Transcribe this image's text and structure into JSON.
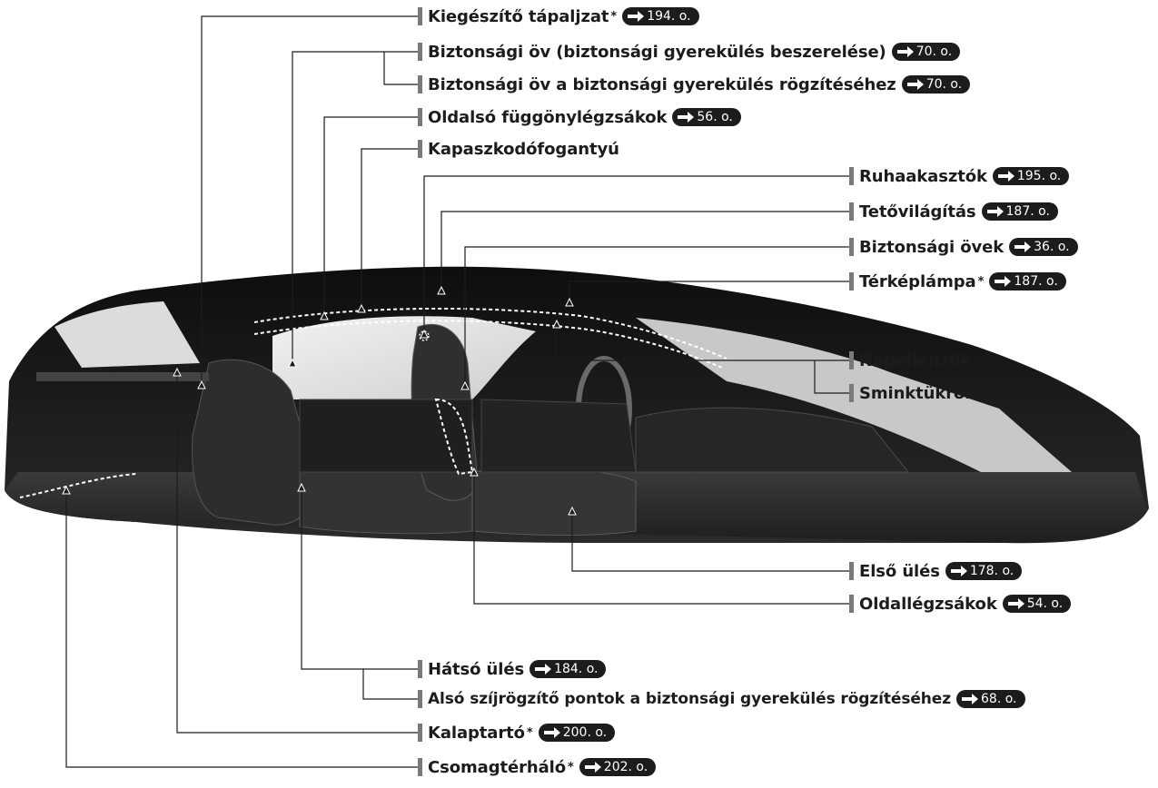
{
  "image": {
    "description_name": "car-interior-cutaway",
    "colors": {
      "background": "#ffffff",
      "text": "#1c1c1c",
      "leader": "#1c1c1c",
      "tab": "#1c1c1c",
      "bar": "#7a7a7a"
    }
  },
  "callouts": [
    {
      "id": "kiegeszito-tapaljzat",
      "label": "Kiegészítő tápaljzat",
      "star": "*",
      "page": "194. o."
    },
    {
      "id": "biztonsagi-ov-beszereles",
      "label": "Biztonsági öv (biztonsági gyerekülés beszerelése)",
      "star": "",
      "page": "70. o."
    },
    {
      "id": "biztonsagi-ov-rogzites",
      "label": "Biztonsági öv a biztonsági gyerekülés rögzítéséhez",
      "star": "",
      "page": "70. o."
    },
    {
      "id": "oldalso-fuggonylegzsakok",
      "label": "Oldalsó függönylégzsákok",
      "star": "",
      "page": "56. o."
    },
    {
      "id": "kapaszkodofogantyu",
      "label": "Kapaszkodófogantyú",
      "star": "",
      "page": ""
    },
    {
      "id": "ruhaakasztok",
      "label": "Ruhaakasztók",
      "star": "",
      "page": "195. o."
    },
    {
      "id": "tetovilagitas",
      "label": "Tetővilágítás",
      "star": "",
      "page": "187. o."
    },
    {
      "id": "biztonsagi-ovek",
      "label": "Biztonsági övek",
      "star": "",
      "page": "36. o."
    },
    {
      "id": "terkeplampa",
      "label": "Térképlámpa",
      "star": "*",
      "page": "187. o."
    },
    {
      "id": "napellenzok",
      "label": "Napellenzők",
      "star": "",
      "page": ""
    },
    {
      "id": "sminktukrok",
      "label": "Sminktükrök",
      "star": "",
      "page": ""
    },
    {
      "id": "elso-ules",
      "label": "Első ülés",
      "star": "",
      "page": "178. o."
    },
    {
      "id": "oldallegzsakok",
      "label": "Oldallégzsákok",
      "star": "",
      "page": "54. o."
    },
    {
      "id": "hatso-ules",
      "label": "Hátsó ülés",
      "star": "",
      "page": "184. o."
    },
    {
      "id": "also-szijrogzito",
      "label": "Alsó szíjrögzítő pontok a biztonsági gyerekülés rögzítéséhez",
      "star": "",
      "page": "68. o."
    },
    {
      "id": "kalaptarto",
      "label": "Kalaptartó",
      "star": "*",
      "page": "200. o."
    },
    {
      "id": "csomagterhalo",
      "label": "Csomagtérháló",
      "star": "*",
      "page": "202. o."
    }
  ]
}
